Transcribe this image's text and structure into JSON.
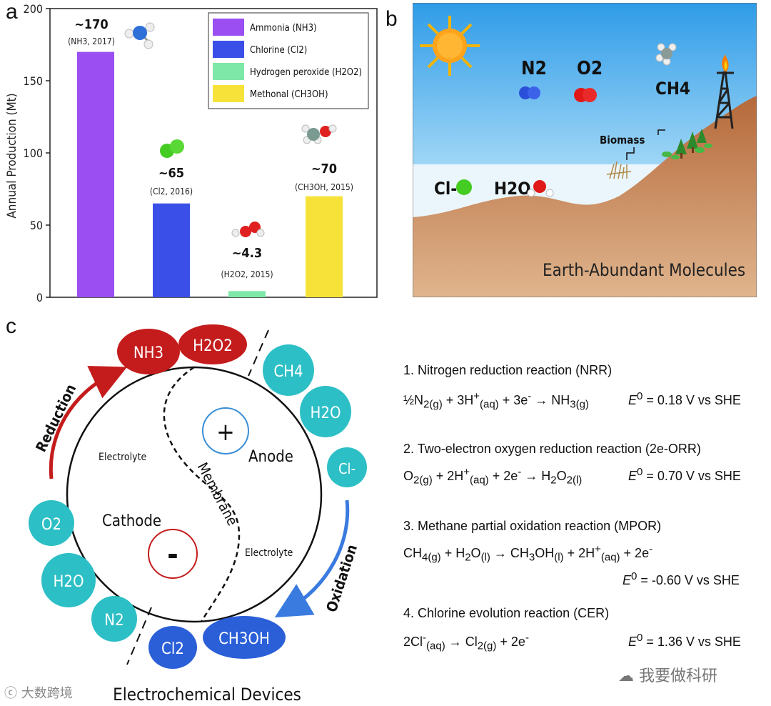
{
  "panels": {
    "a": "a",
    "b": "b",
    "c": "c"
  },
  "chart_data": {
    "type": "bar",
    "ylabel": "Annual Production (Mt)",
    "ylim": [
      0,
      200
    ],
    "yticks": [
      "0",
      "50",
      "100",
      "150",
      "200"
    ],
    "series": [
      {
        "name": "Ammonia (NH3)",
        "value": 170,
        "color": "#9b4ff2",
        "label": "~170",
        "sub": "(NH3, 2017)"
      },
      {
        "name": "Chlorine (Cl2)",
        "value": 65,
        "color": "#3a4fe8",
        "label": "~65",
        "sub": "(Cl2, 2016)"
      },
      {
        "name": "Hydrogen peroxide (H2O2)",
        "value": 4.3,
        "color": "#7de8a8",
        "label": "~4.3",
        "sub": "(H2O2, 2015)"
      },
      {
        "name": "Methonal (CH3OH)",
        "value": 70,
        "color": "#f7e23a",
        "label": "~70",
        "sub": "(CH3OH, 2015)"
      }
    ],
    "legend_position": "top-right"
  },
  "panel_b": {
    "caption": "Earth-Abundant Molecules",
    "labels": {
      "n2": "N2",
      "o2": "O2",
      "ch4": "CH4",
      "biomass": "Biomass",
      "cl": "Cl-",
      "h2o": "H2O"
    }
  },
  "panel_c": {
    "reduction": "Reduction",
    "oxidation": "Oxidation",
    "anode": "Anode",
    "cathode": "Cathode",
    "membrane": "Membrane",
    "electrolyte_left": "Electrolyte",
    "electrolyte_right": "Electrolyte",
    "devices": "Electrochemical Devices",
    "plus": "+",
    "minus": "-",
    "products_top": [
      "NH3",
      "H2O2"
    ],
    "reactants_right": [
      "CH4",
      "H2O",
      "Cl-"
    ],
    "reactants_left": [
      "O2",
      "H2O",
      "N2"
    ],
    "products_bottom": [
      "Cl2",
      "CH3OH"
    ]
  },
  "reactions": [
    {
      "title": "1. Nitrogen reduction reaction (NRR)",
      "e0": "= 0.18 V vs SHE"
    },
    {
      "title": "2. Two-electron oxygen reduction reaction (2e-ORR)",
      "e0": "= 0.70 V vs SHE"
    },
    {
      "title": "3. Methane partial oxidation reaction (MPOR)",
      "e0": "= -0.60 V vs SHE"
    },
    {
      "title": "4. Chlorine evolution reaction (CER)",
      "e0": "= 1.36 V vs SHE"
    }
  ],
  "watermarks": {
    "left": "大数跨境",
    "right": "我要做科研"
  }
}
